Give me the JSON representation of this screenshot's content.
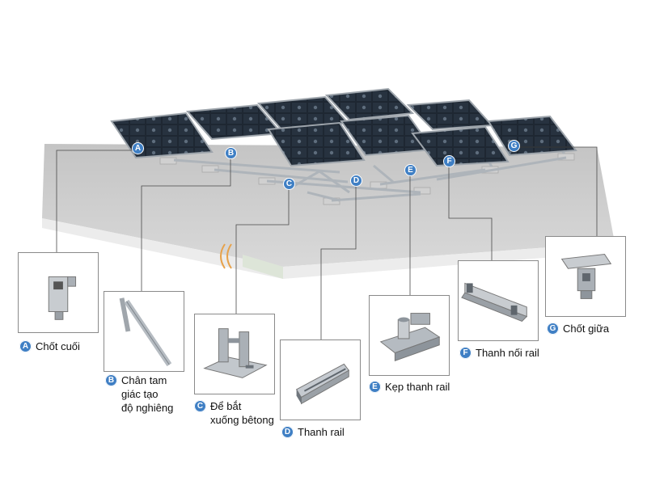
{
  "colors": {
    "accent": "#3f7fc4",
    "panel": "#1f2a36",
    "frame": "#b7bcc2",
    "ground": "#cfcfcf",
    "ground_side": "#e6e6e6"
  },
  "markers": [
    "A",
    "B",
    "C",
    "D",
    "E",
    "F",
    "G"
  ],
  "parts": [
    {
      "letter": "A",
      "label": "Chốt cuối",
      "icon": "end-clamp-icon"
    },
    {
      "letter": "B",
      "label": "Chân tam\ngiác tạo\nđộ nghiêng",
      "icon": "triangle-leg-icon"
    },
    {
      "letter": "C",
      "label": "Để bắt\nxuống bêtong",
      "icon": "concrete-base-icon"
    },
    {
      "letter": "D",
      "label": "Thanh rail",
      "icon": "rail-icon"
    },
    {
      "letter": "E",
      "label": "Kẹp thanh rail",
      "icon": "rail-clamp-icon"
    },
    {
      "letter": "F",
      "label": "Thanh nối rail",
      "icon": "rail-connector-icon"
    },
    {
      "letter": "G",
      "label": "Chốt giữa",
      "icon": "mid-clamp-icon"
    }
  ]
}
